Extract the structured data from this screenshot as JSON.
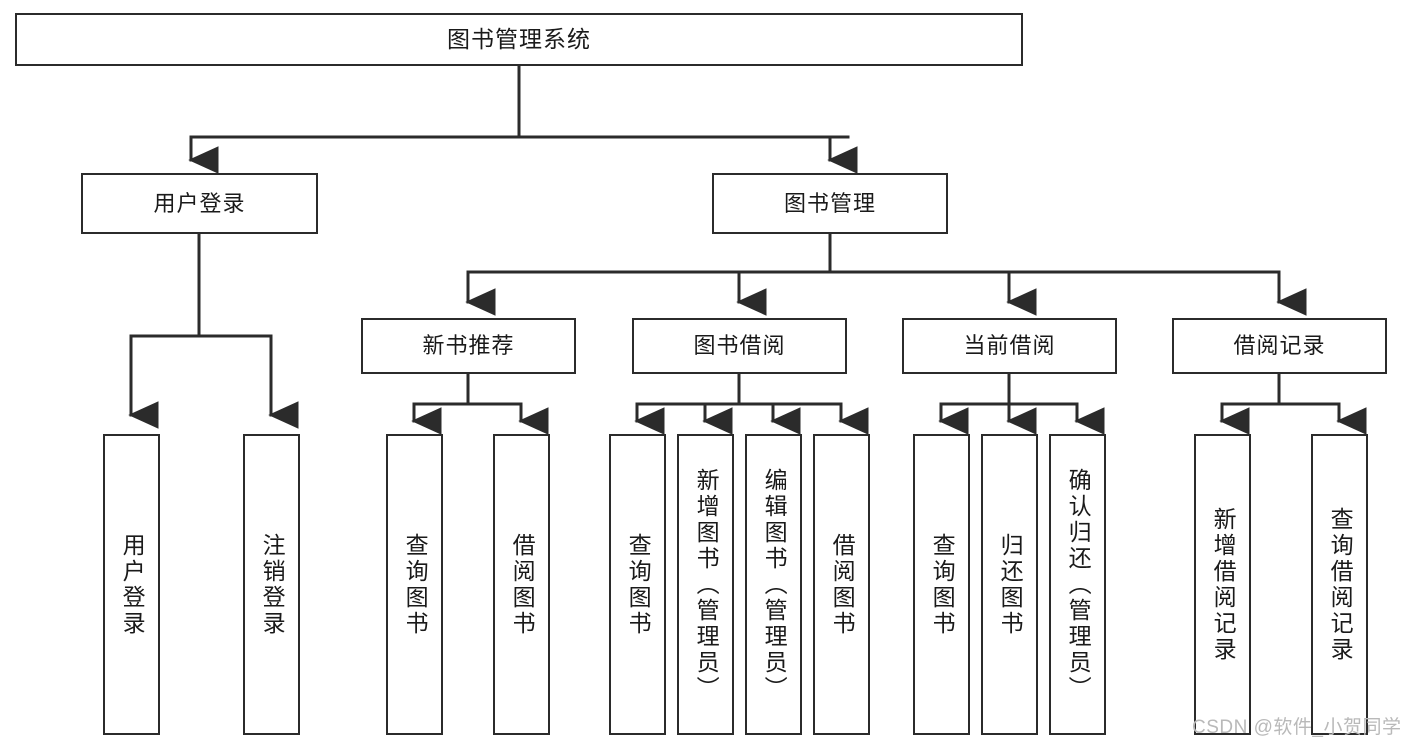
{
  "diagram": {
    "title": "图书管理系统",
    "type": "tree-hierarchy-diagram",
    "colors": {
      "background": "#ffffff",
      "box_border": "#2b2b2b",
      "box_fill": "#ffffff",
      "text": "#1a1a1a",
      "edge": "#2b2b2b",
      "watermark": "#b9b9b9"
    },
    "root": {
      "label": "图书管理系统"
    },
    "level1": [
      {
        "label": "用户登录"
      },
      {
        "label": "图书管理"
      }
    ],
    "level2": [
      {
        "label": "新书推荐"
      },
      {
        "label": "图书借阅"
      },
      {
        "label": "当前借阅"
      },
      {
        "label": "借阅记录"
      }
    ],
    "leaves": [
      {
        "label": "用户登录",
        "parent": "用户登录"
      },
      {
        "label": "注销登录",
        "parent": "用户登录"
      },
      {
        "label": "查询图书",
        "parent": "新书推荐"
      },
      {
        "label": "借阅图书",
        "parent": "新书推荐"
      },
      {
        "label": "查询图书",
        "parent": "图书借阅"
      },
      {
        "label": "新增图书（管理员）",
        "parent": "图书借阅"
      },
      {
        "label": "编辑图书（管理员）",
        "parent": "图书借阅"
      },
      {
        "label": "借阅图书",
        "parent": "图书借阅"
      },
      {
        "label": "查询图书",
        "parent": "当前借阅"
      },
      {
        "label": "归还图书",
        "parent": "当前借阅"
      },
      {
        "label": "确认归还（管理员）",
        "parent": "当前借阅"
      },
      {
        "label": "新增借阅记录",
        "parent": "借阅记录"
      },
      {
        "label": "查询借阅记录",
        "parent": "借阅记录"
      }
    ]
  },
  "watermark": {
    "text": "CSDN @软件_小贺同学"
  }
}
